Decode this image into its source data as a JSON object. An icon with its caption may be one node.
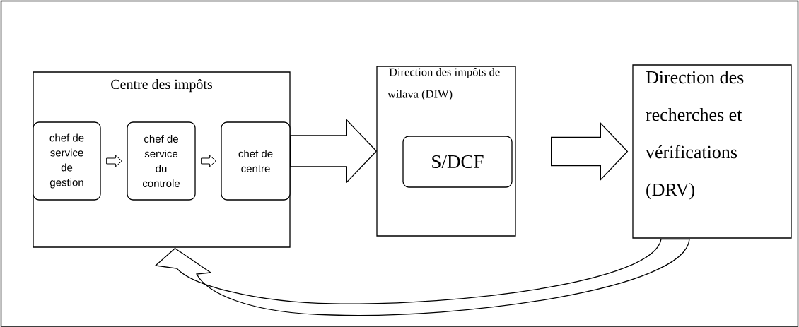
{
  "diagram": {
    "nodes": [
      {
        "text": [
          "Centre des impôts"
        ]
      },
      {
        "text": [
          "chef de service de gestion"
        ],
        "in": 0
      },
      {
        "text": [
          "chef de service du controle"
        ],
        "in": 0
      },
      {
        "text": [
          "chef de centre"
        ],
        "in": 0
      },
      {
        "text": [
          "Direction des impôts de wilava (DIW)"
        ]
      },
      {
        "text": [
          "S/DCF"
        ],
        "in": 4
      },
      {
        "text": [
          "Direction des recherches et vérifications (DRV)"
        ]
      }
    ],
    "edges": [
      {
        "from": 1,
        "to": 2,
        "arrow": "to"
      },
      {
        "from": 2,
        "to": 3,
        "arrow": "to"
      },
      {
        "from": 0,
        "to": 4,
        "arrow": "to"
      },
      {
        "from": 4,
        "to": 6,
        "arrow": "to"
      },
      {
        "from": 6,
        "to": 0,
        "arrow": "to"
      }
    ]
  }
}
